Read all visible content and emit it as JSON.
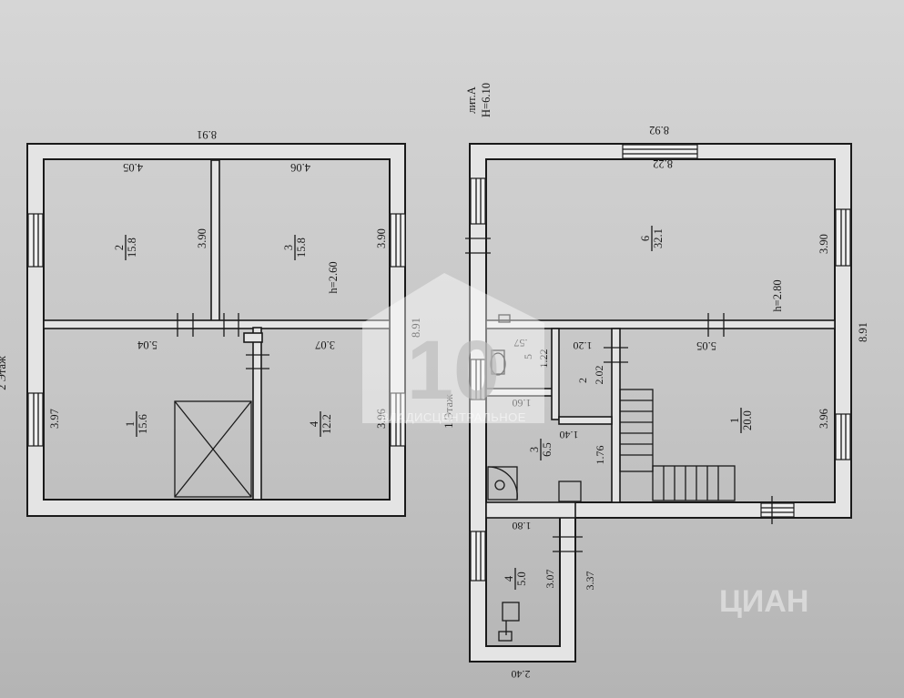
{
  "left_plan": {
    "floor_label": "2 Этаж",
    "overall_width": "8.91",
    "overall_depth": "8.91",
    "height": "h=2.60",
    "dims": {
      "room2_width": "4.05",
      "room3_width": "4.06",
      "room2_depth": "3.90",
      "room3_depth": "3.90",
      "room1_width": "5.04",
      "room4_width": "3.07",
      "room1_depth": "3.97",
      "room4_depth": "3.96"
    },
    "rooms": [
      {
        "num": "1",
        "area": "15.6"
      },
      {
        "num": "2",
        "area": "15.8"
      },
      {
        "num": "3",
        "area": "15.8"
      },
      {
        "num": "4",
        "area": "12.2"
      }
    ]
  },
  "right_plan": {
    "liter": "лит.А",
    "liter_height": "H=6.10",
    "floor_label": "1 Этаж",
    "overall_width": "8.92",
    "overall_depth": "8.91",
    "height": "h=2.80",
    "dims": {
      "room6_width": "8.22",
      "room6_depth": "3.90",
      "room1_width": "5.05",
      "room1_depth": "3.96",
      "room5_width": ".57",
      "room5_depth": "1.22",
      "room2_width": "1.20",
      "room2_depth": "2.02",
      "room3_width": "1.60",
      "room3_width_inner": "1.40",
      "room3_depth": "1.76",
      "room4_width": "1.80",
      "room4_depth": "3.07",
      "annex_depth": "3.37",
      "annex_width": "2.40"
    },
    "rooms": [
      {
        "num": "1",
        "area": "20.0"
      },
      {
        "num": "2",
        "area": ""
      },
      {
        "num": "3",
        "area": "6.5"
      },
      {
        "num": "4",
        "area": "5.0"
      },
      {
        "num": "5",
        "area": ""
      },
      {
        "num": "6",
        "area": "32.1"
      }
    ]
  },
  "watermark": {
    "logo_text": "10",
    "agency": "ВЛАДИСЦЕНТРАЛЬНОЕ",
    "cian": "ЦИАН"
  }
}
